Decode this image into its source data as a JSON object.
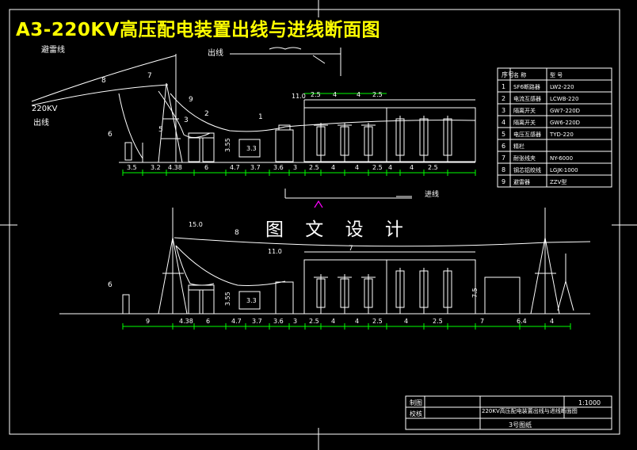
{
  "title": "A3-220KV高压配电装置出线与进线断面图",
  "watermark": "图 文 设 计",
  "colors": {
    "background": "#000000",
    "title": "#ffff00",
    "line": "#ffffff",
    "dimension": "#00ff00",
    "marker": "#ff00ff"
  },
  "upper_section": {
    "labels": {
      "lightning_line": "避雷线",
      "outgoing_top": "出线",
      "line_220kv": "220KV",
      "line_out": "出线",
      "dim_height": "11.0",
      "dim_33": "3.3",
      "dim_355": "3.55"
    },
    "callouts": [
      "8",
      "7",
      "9",
      "5",
      "2",
      "1",
      "6",
      "3"
    ],
    "top_dims": [
      "2.5",
      "4",
      "4",
      "2.5"
    ],
    "bottom_dims": [
      "3.5",
      "3.2",
      "4.38",
      "6",
      "4.7",
      "3.7",
      "3.6",
      "3",
      "2.5",
      "4",
      "4",
      "2.5",
      "4",
      "4",
      "2.5"
    ]
  },
  "lower_section": {
    "labels": {
      "incoming": "进线",
      "dim_span": "15.0",
      "dim_height": "11.0",
      "dim_33": "3.3",
      "dim_355": "3.55",
      "dim_75": "7.5"
    },
    "callouts": [
      "8",
      "6",
      "7"
    ],
    "bottom_dims": [
      "9",
      "4.38",
      "6",
      "4.7",
      "3.7",
      "3.6",
      "3",
      "2.5",
      "4",
      "4",
      "2.5",
      "4",
      "2.5",
      "7",
      "6.4",
      "4"
    ]
  },
  "equipment_table": {
    "headers": [
      "序号",
      "名 称",
      "型 号"
    ],
    "rows": [
      [
        "1",
        "SF6断路器",
        "LW2-220"
      ],
      [
        "2",
        "电流互感器",
        "LCWB-220"
      ],
      [
        "3",
        "隔离开关",
        "GW7-220D"
      ],
      [
        "4",
        "隔离开关",
        "GW6-220D"
      ],
      [
        "5",
        "电压互感器",
        "TYD-220"
      ],
      [
        "6",
        "精栏",
        ""
      ],
      [
        "7",
        "耐张线夹",
        "NY-6000"
      ],
      [
        "8",
        "钢芯铝绞线",
        "LGJK-1000"
      ],
      [
        "9",
        "避雷器",
        "ZZV型"
      ]
    ]
  },
  "title_block": {
    "draw_label": "制图",
    "check_label": "校核",
    "drawing_name": "220KV高压配电装置出线与进线断面图",
    "scale": "1:1000",
    "sheet": "3号图纸"
  }
}
